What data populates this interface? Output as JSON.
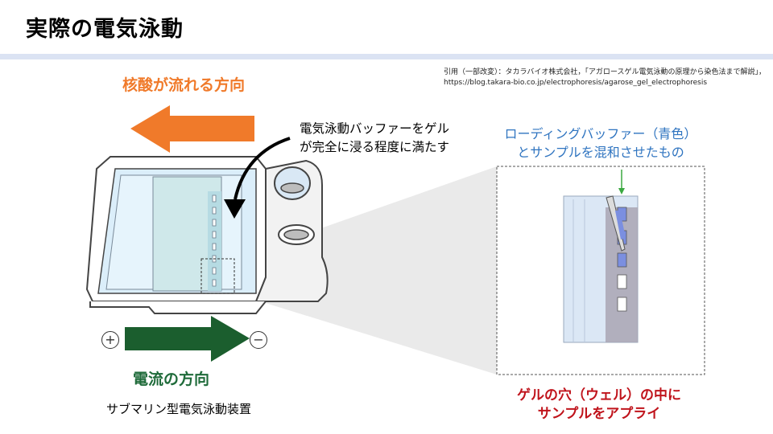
{
  "slide": {
    "title": "実際の電気泳動",
    "citation_line1": "引用（一部改変）：タカラバイオ株式会社，「アガロースゲル電気泳動の原理から染色法まで解説」，",
    "citation_line2": "https://blog.takara-bio.co.jp/electrophoresis/agarose_gel_electrophoresis"
  },
  "labels": {
    "acid_direction": "核酸が流れる方向",
    "buffer_line1": "電気泳動バッファーをゲル",
    "buffer_line2": "が完全に浸る程度に満たす",
    "loading_line1": "ローディングバッファー（青色）",
    "loading_line2": "とサンプルを混和させたもの",
    "current_direction": "電流の方向",
    "device_caption": "サブマリン型電気泳動装置",
    "apply_line1": "ゲルの穴（ウェル）の中に",
    "apply_line2": "サンプルをアプライ",
    "plus": "+",
    "minus": "−"
  },
  "colors": {
    "acid_arrow": "#f07a2a",
    "current_arrow": "#1b5e2e",
    "loading_text": "#2f74c0",
    "apply_text": "#c0141c",
    "header_bar": "#dbe3f3"
  }
}
